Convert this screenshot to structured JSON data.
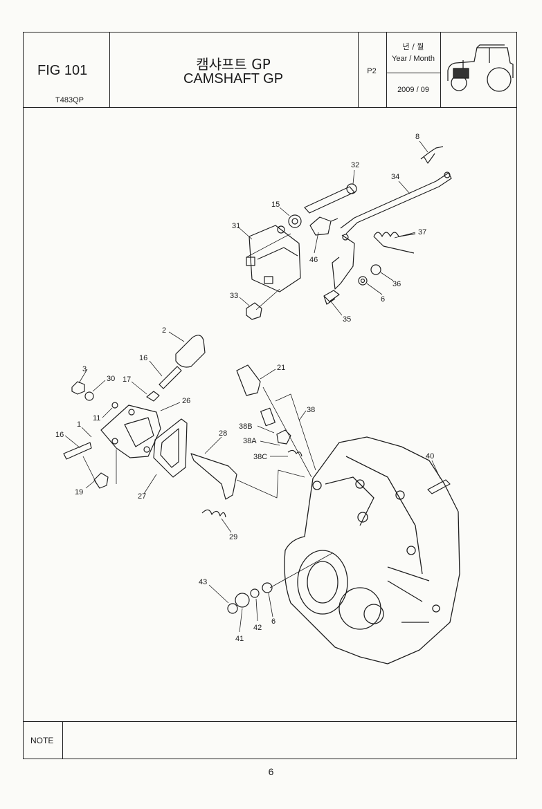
{
  "header": {
    "fig_title": "FIG 101",
    "fig_code": "T483QP",
    "title_korean": "캠샤프트 GP",
    "title_english": "CAMSHAFT GP",
    "page_ref": "P2",
    "year_month_korean": "년 / 월",
    "year_month_english": "Year / Month",
    "year_month_value": "2009  / 09",
    "thumbnail_icon": "tractor-icon"
  },
  "diagram": {
    "callouts": [
      "8",
      "32",
      "34",
      "15",
      "31",
      "37",
      "46",
      "36",
      "6",
      "33",
      "35",
      "2",
      "16",
      "3",
      "30",
      "17",
      "26",
      "11",
      "1",
      "16",
      "21",
      "38",
      "38B",
      "38A",
      "38C",
      "28",
      "40",
      "19",
      "27",
      "29",
      "43",
      "41",
      "42",
      "6"
    ]
  },
  "footer": {
    "note_label": "NOTE",
    "note_text": "",
    "page_number": "6"
  }
}
